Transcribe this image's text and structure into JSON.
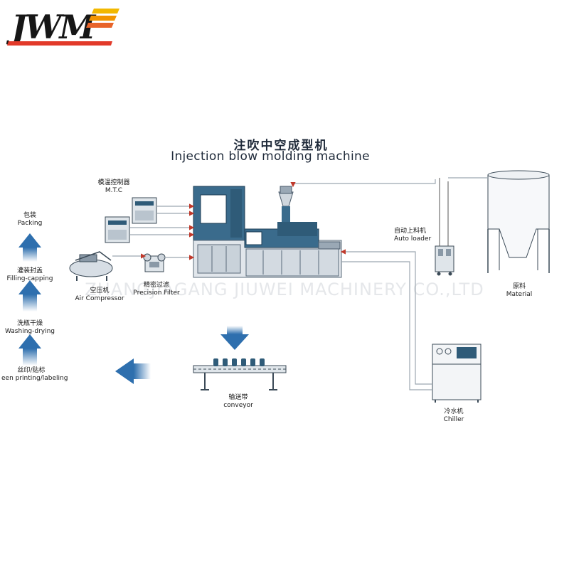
{
  "logo": {
    "text": "JWM"
  },
  "title": {
    "cn": "注吹中空成型机",
    "en": "Injection blow molding machine"
  },
  "watermark": "ZHANGJIAGANG JIUWEI MACHINERY CO.,LTD",
  "labels": {
    "mtc_cn": "模温控制器",
    "mtc_en": "M.T.C",
    "air_cn": "空压机",
    "air_en": "Air Compressor",
    "filter_cn": "精密过滤",
    "filter_en": "Precision Filter",
    "loader_cn": "自动上料机",
    "loader_en": "Auto loader",
    "material_cn": "原料",
    "material_en": "Material",
    "chiller_cn": "冷水机",
    "chiller_en": "Chiller",
    "conveyor_cn": "输送带",
    "conveyor_en": "conveyor"
  },
  "process_steps": [
    {
      "cn": "包装",
      "en": "Packing"
    },
    {
      "cn": "灌装封盖",
      "en": "Filling-capping"
    },
    {
      "cn": "洗瓶干燥",
      "en": "Washing-drying"
    },
    {
      "cn": "丝印/贴标",
      "en": "een printing/labeling"
    }
  ],
  "colors": {
    "machine": "#3a6b8c",
    "arrow_line": "#c0392b",
    "logo_stripe": "#e23a2a",
    "logo_yellow": "#f2b800",
    "flow_arrow": "#2e6fae"
  }
}
